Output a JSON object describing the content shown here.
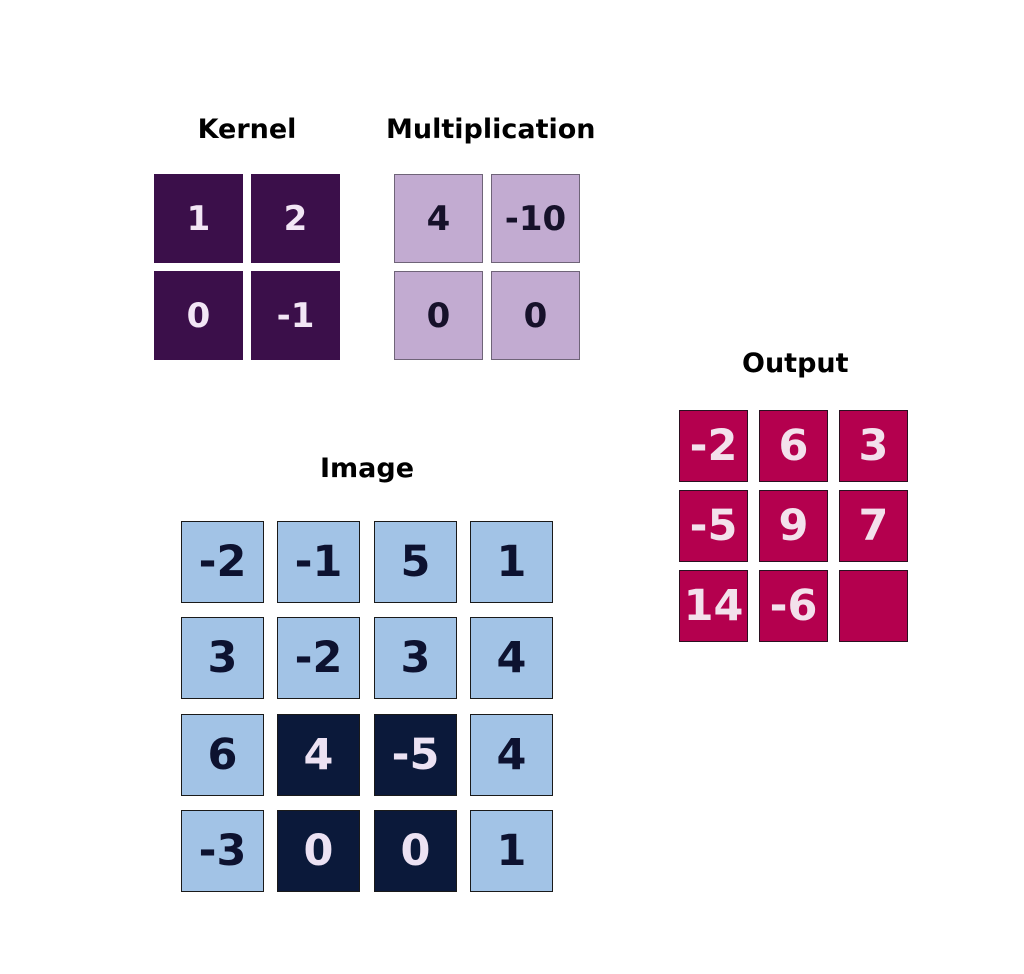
{
  "kernel": {
    "title": "Kernel",
    "cells": [
      "1",
      "2",
      "0",
      "-1"
    ]
  },
  "multiplication": {
    "title": "Multiplication",
    "cells": [
      "4",
      "-10",
      "0",
      "0"
    ]
  },
  "output": {
    "title": "Output",
    "cells": [
      "-2",
      "6",
      "3",
      "-5",
      "9",
      "7",
      "14",
      "-6",
      ""
    ]
  },
  "image": {
    "title": "Image",
    "cells": [
      "-2",
      "-1",
      "5",
      "1",
      "3",
      "-2",
      "3",
      "4",
      "6",
      "4",
      "-5",
      "4",
      "-3",
      "0",
      "0",
      "1"
    ],
    "highlighted_cells": [
      9,
      10,
      13,
      14
    ]
  },
  "colors": {
    "kernel_fill": "#3b0f4a",
    "multiplication_fill": "#c2abd1",
    "output_fill": "#b4004e",
    "image_fill": "#a2c3e6",
    "image_highlight_fill": "#0b193a"
  }
}
